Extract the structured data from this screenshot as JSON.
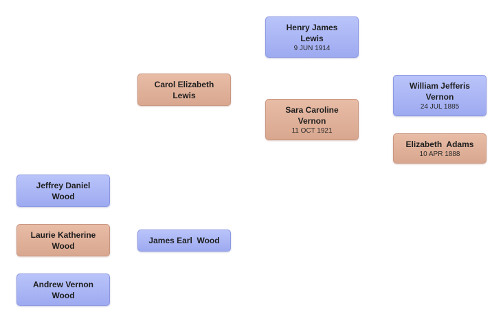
{
  "people": {
    "jeffrey": {
      "name": "Jeffrey Daniel\nWood"
    },
    "laurie": {
      "name": "Laurie Katherine\nWood"
    },
    "andrew": {
      "name": "Andrew Vernon\nWood"
    },
    "carol": {
      "name": "Carol Elizabeth\nLewis"
    },
    "james": {
      "name": "James Earl  Wood"
    },
    "henry": {
      "name": "Henry James\nLewis",
      "date": "9 JUN 1914"
    },
    "sara": {
      "name": "Sara Caroline\nVernon",
      "date": "11 OCT 1921"
    },
    "william": {
      "name": "William Jefferis\nVernon",
      "date": "24 JUL 1885"
    },
    "elizabeth": {
      "name": "Elizabeth  Adams",
      "date": "10 APR 1888"
    }
  },
  "colors": {
    "male": "#a9b5f6",
    "female": "#e2b29b"
  }
}
